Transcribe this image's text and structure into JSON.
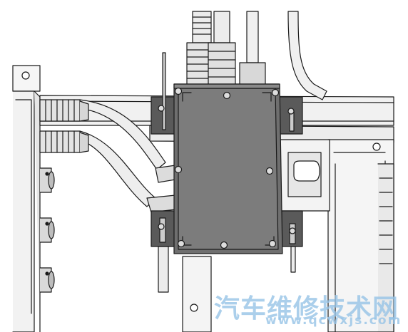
{
  "diagram": {
    "kind": "line-drawing",
    "subject": "junction-box-assembly",
    "colors": {
      "background": "#ffffff",
      "line": "#1a1a1a",
      "box_fill": "#6f6f6f",
      "box_fill_light": "#7c7c7c",
      "bracket_fill": "#5a5a5a",
      "panel_fill": "#f4f4f4",
      "cable_fill": "#e9e9e9"
    }
  },
  "watermark": {
    "text_cn": "汽车维修技术网",
    "text_url": "www.qcwxjs.com",
    "color": "#96c3e6"
  }
}
